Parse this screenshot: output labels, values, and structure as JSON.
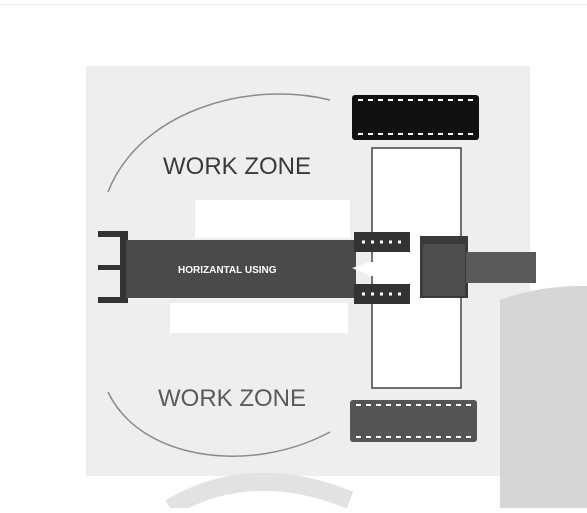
{
  "labels": {
    "work_zone_top": "WORK ZONE",
    "work_zone_bottom": "WORK ZONE",
    "boom_label": "HORIZANTAL USING"
  },
  "colors": {
    "background": "#ffffff",
    "panel": "#eeeeee",
    "machine_dark": "#4a4a4a",
    "track_top": "#111111",
    "track_bottom": "#555555",
    "arc_line": "#8a8a8a",
    "text": "#3a3a3a",
    "text_light": "#ffffff"
  }
}
